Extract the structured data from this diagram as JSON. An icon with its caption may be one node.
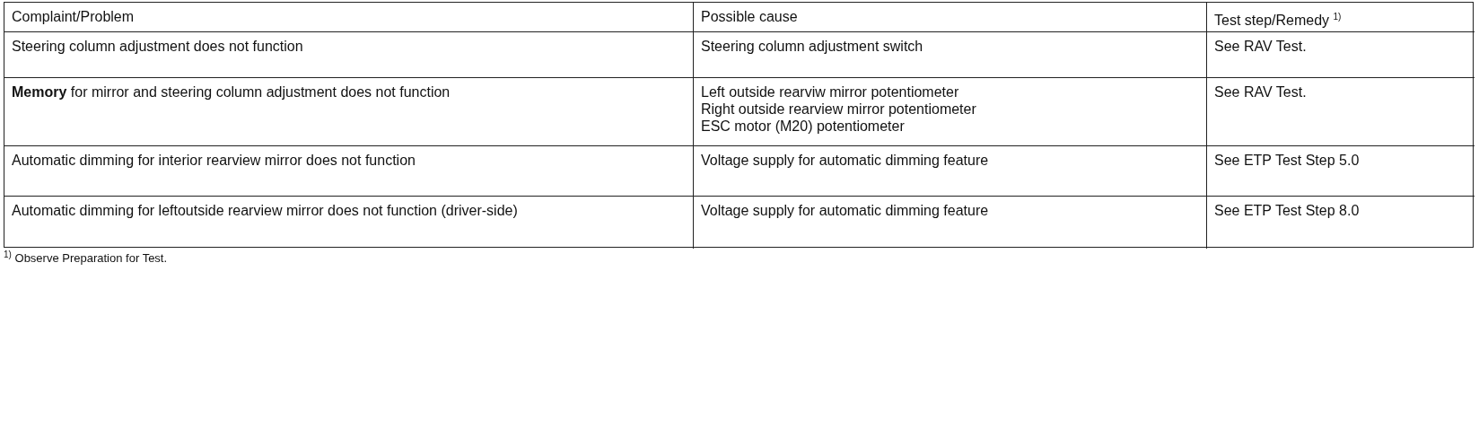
{
  "diagram": {
    "labels": [
      "Complaint/Problem",
      "Possible cause",
      "Test step/Remedy $^{1)}$",
      "Steering column adjustment does not function",
      "Steering column adjustment switch",
      "See RAV Test.",
      "**Memory** for mirror and steering column adjustment does not function",
      "Left outside rearviw mirror potentiometer",
      "Right outside rearview mirror potentiometer",
      "ESC motor (M20) potentiometer",
      "See RAV Test.",
      "Automatic dimming for interior rearview mirror does not function",
      "Voltage supply for automatic dimming feature",
      "See ETP Test Step 5.0",
      "Automatic dimming for leftoutside rearview mirror does not function (driver-side)",
      "Voltage supply for automatic dimming feature",
      "See ETP Test Step 8.0",
      "$^{1)}$ Observe Preparation for Test."
    ]
  }
}
